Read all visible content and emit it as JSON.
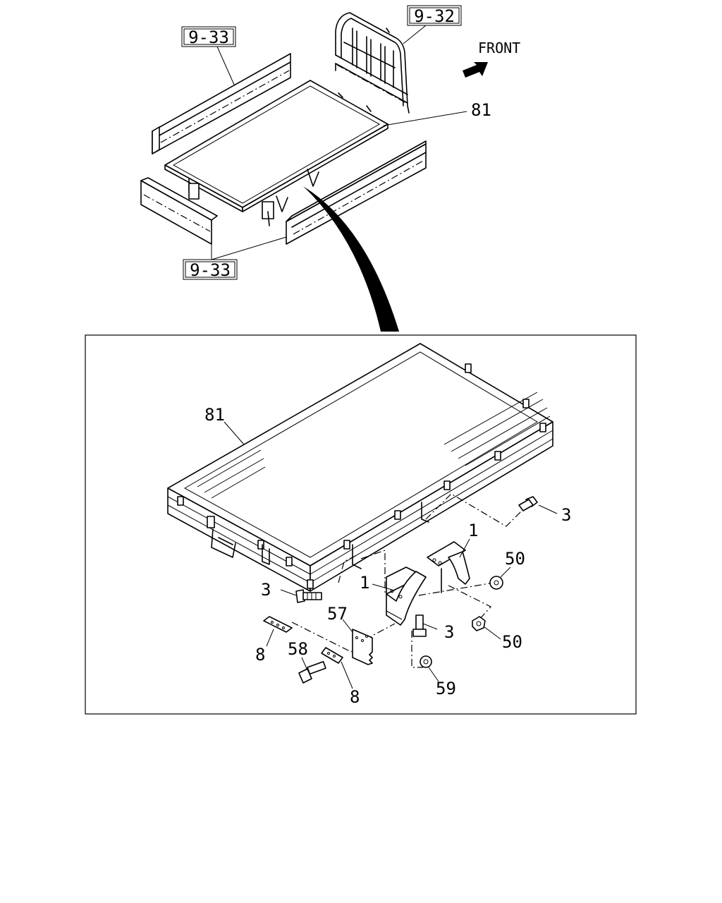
{
  "overview": {
    "ref_side_upper": "9-33",
    "ref_headboard": "9-32",
    "ref_side_lower": "9-33",
    "front_label": "FRONT",
    "callout_platform": "81"
  },
  "detail": {
    "callout_platform": "81",
    "callout_bolt_upper": "3",
    "callout_bracket_right": "1",
    "callout_washer_upper": "50",
    "callout_bolt_left": "3",
    "callout_bracket_left": "1",
    "callout_bolt_center": "3",
    "callout_nut": "50",
    "callout_plate": "57",
    "callout_shim_left": "8",
    "callout_bolt_lower": "58",
    "callout_shim_right": "8",
    "callout_washer_lower": "59"
  }
}
